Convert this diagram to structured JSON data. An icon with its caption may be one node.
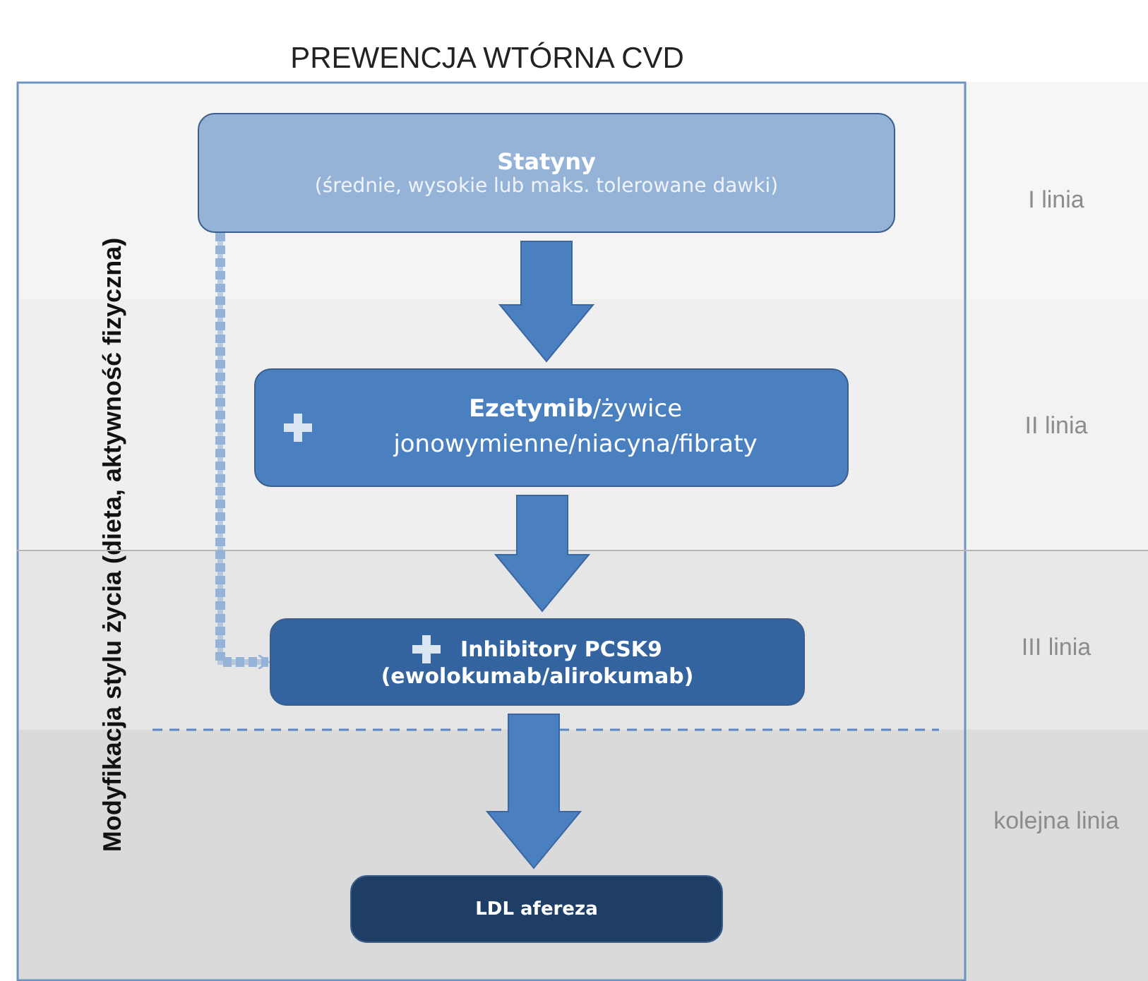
{
  "diagram": {
    "title": "PREWENCJA WTÓRNA CVD",
    "nodes": [
      {
        "text": [
          "Statyny",
          "(średnie, wysokie lub maks. tolerowane dawki)"
        ]
      },
      {
        "text": [
          "**Ezetymib**/żywice jonowymienne/niacyna/fibraty"
        ]
      },
      {
        "text": [
          "Inhibitory PCSK9",
          "(ewolokumab/alirokumab)"
        ]
      },
      {
        "text": [
          "LDL afereza"
        ]
      }
    ],
    "edges": [
      {
        "from": 0,
        "to": 1,
        "arrow": "to",
        "style": "thick"
      },
      {
        "from": 1,
        "to": 2,
        "arrow": "to",
        "style": "thick"
      },
      {
        "from": 2,
        "to": 3,
        "arrow": "to",
        "style": "thick"
      },
      {
        "from": 0,
        "to": 2,
        "arrow": "to",
        "style": "dashed",
        "color": "#95b3d7"
      }
    ],
    "labels": [
      "Modyfikacja stylu życia (dieta, aktywność fizyczna)",
      "I linia",
      "II linia",
      "III linia",
      "kolejna linia"
    ]
  }
}
